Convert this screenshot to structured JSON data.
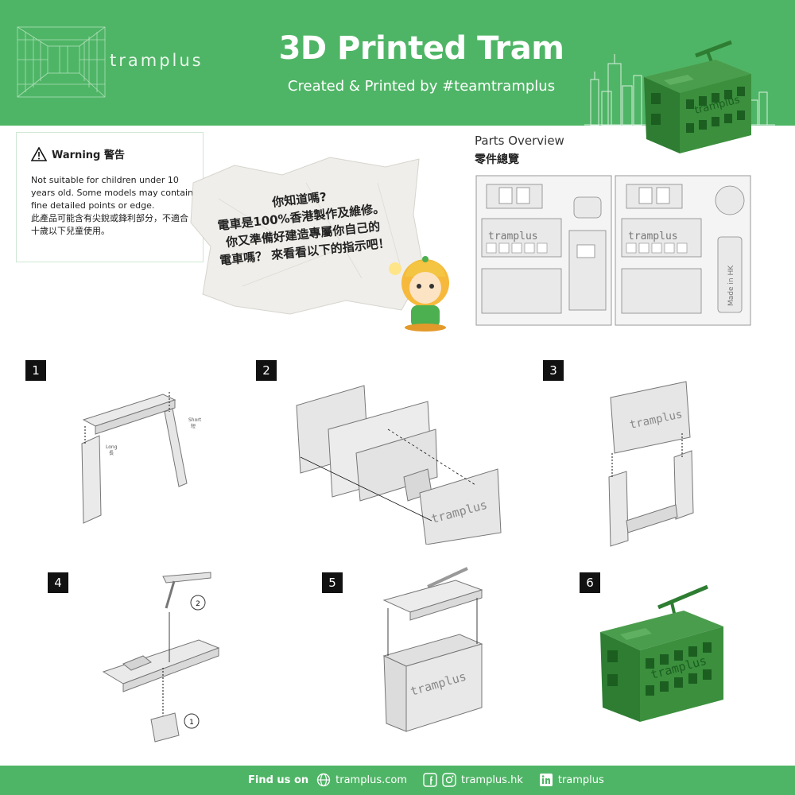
{
  "header": {
    "logo_text": "tramplus",
    "title": "3D Printed Tram",
    "subtitle": "Created & Printed by #teamtramplus",
    "header_tram_text": "tramplus",
    "colors": {
      "green": "#4fb566",
      "tram_green": "#3b8f3d"
    }
  },
  "warning": {
    "icon": "warning-triangle-icon",
    "title": "Warning 警告",
    "text_en": "Not suitable for children under 10 years old. Some models may contain fine detailed points or edge.",
    "text_zh": "此產品可能含有尖銳或鋒利部分，不適合十歲以下兒童使用。"
  },
  "note": {
    "line1": "你知道嗎?",
    "line2": "電車是100%香港製作及維修。",
    "line3": "你又準備好建造專屬你自己的",
    "line4": "電車嗎？ 來看看以下的指示吧！"
  },
  "parts": {
    "title_en": "Parts Overview",
    "title_zh": "零件總覽",
    "panel_text_1": "tramplus",
    "panel_text_2": "tramplus",
    "made_in": "Made in HK"
  },
  "steps": [
    {
      "num": "1",
      "short_en": "Short",
      "short_zh": "短",
      "long_en": "Long",
      "long_zh": "長"
    },
    {
      "num": "2",
      "text": "tramplus"
    },
    {
      "num": "3",
      "text": "tramplus"
    },
    {
      "num": "4",
      "marker_1": "1",
      "marker_2": "2"
    },
    {
      "num": "5",
      "text": "tramplus"
    },
    {
      "num": "6",
      "text": "tramplus"
    }
  ],
  "footer": {
    "find_label": "Find us on",
    "website": "tramplus.com",
    "social": "tramplus.hk",
    "linkedin": "tramplus",
    "icons": [
      "globe-icon",
      "facebook-icon",
      "instagram-icon",
      "linkedin-icon"
    ]
  }
}
